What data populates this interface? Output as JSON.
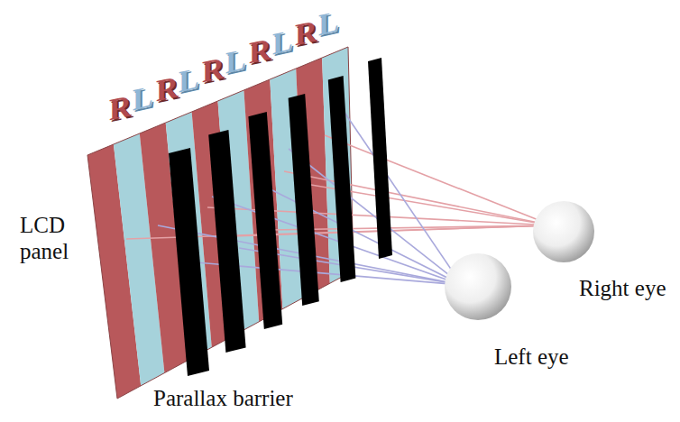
{
  "diagram": {
    "labels": [
      "R",
      "L",
      "R",
      "L",
      "R",
      "L",
      "R",
      "L",
      "R",
      "L",
      "LCD panel",
      "Parallax barrier",
      "Right eye",
      "Left eye"
    ]
  }
}
